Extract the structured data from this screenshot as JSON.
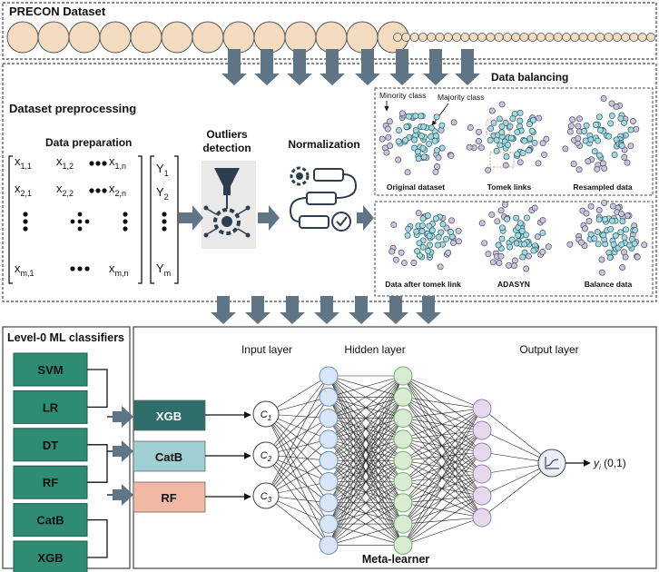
{
  "dataset": {
    "title": "PRECON Dataset",
    "large_circles": 13,
    "small_circles": 31
  },
  "preprocessing": {
    "title": "Dataset preprocessing",
    "data_preparation": "Data preparation",
    "outliers": [
      "Outliers",
      "detection"
    ],
    "normalization": "Normalization",
    "matrix": {
      "r1": [
        "x1,1",
        "x1,2",
        "x1,n"
      ],
      "r2": [
        "x2,1",
        "x2,2",
        "x2,n"
      ],
      "r3": [
        "xm,1",
        "xm,n"
      ],
      "y": [
        "Y1",
        "Y2",
        "Ym"
      ]
    }
  },
  "balancing": {
    "title": "Data balancing",
    "minority_label": "Minority class",
    "majority_label": "Majority class",
    "panels": [
      "Original dataset",
      "Tomek links",
      "Resampled data",
      "Data after tomek link",
      "ADASYN",
      "Balance data"
    ]
  },
  "level0": {
    "title": "Level-0 ML classifiers",
    "classifiers": [
      "SVM",
      "LR",
      "DT",
      "RF",
      "CatB",
      "XGB"
    ]
  },
  "selected": [
    {
      "label": "XGB",
      "color": "#2f6e6a"
    },
    {
      "label": "CatB",
      "color": "#9fcfd3"
    },
    {
      "label": "RF",
      "color": "#f1b9a3"
    }
  ],
  "network": {
    "input_layer": "Input layer",
    "hidden_layer": "Hidden layer",
    "output_layer": "Output layer",
    "inputs": [
      "C1",
      "C2",
      "C3"
    ],
    "output": "yi (0,1)",
    "meta": "Meta-learner",
    "hidden1_nodes": 9,
    "hidden2_nodes": 9,
    "output_nodes": 6
  },
  "colors": {
    "dataset_circle": "#f4dcc1",
    "arrow": "#5f7485",
    "classifier_green": "#2e8b74",
    "hidden1": "#d9e6f7",
    "hidden2": "#d7ecd2",
    "output": "#e6d9ee",
    "minority_dot": "#c9c6da",
    "majority_dot": "#a6d8df"
  }
}
